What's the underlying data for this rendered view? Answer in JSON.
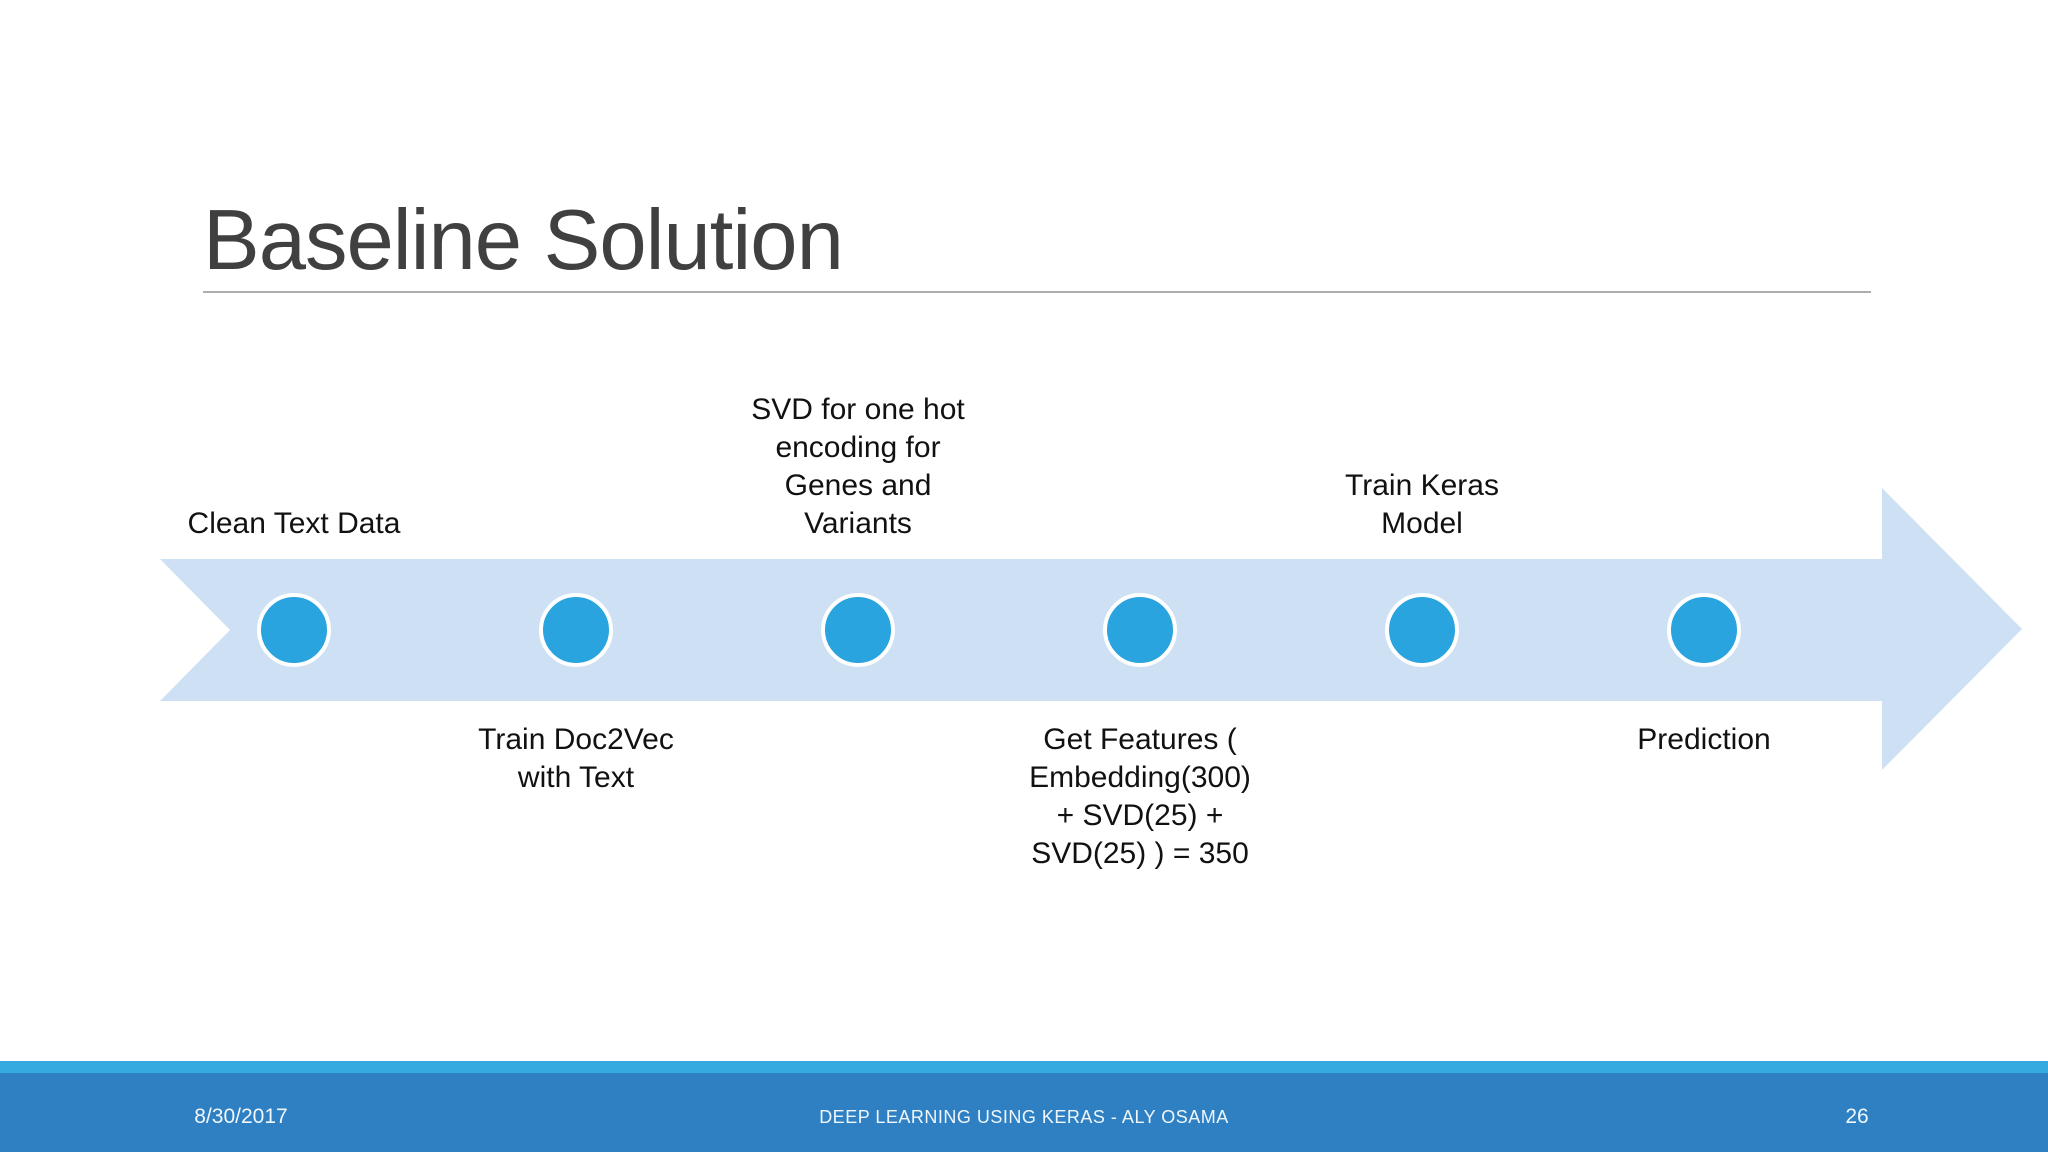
{
  "title": "Baseline Solution",
  "steps": [
    {
      "label": "Clean Text Data",
      "position": "above"
    },
    {
      "label": "Train Doc2Vec\nwith Text",
      "position": "below"
    },
    {
      "label": "SVD for one hot\nencoding for\nGenes and\nVariants",
      "position": "above"
    },
    {
      "label": "Get Features (\nEmbedding(300)\n+ SVD(25) +\nSVD(25) ) = 350",
      "position": "below"
    },
    {
      "label": "Train Keras\nModel",
      "position": "above"
    },
    {
      "label": "Prediction",
      "position": "below"
    }
  ],
  "footer": {
    "date": "8/30/2017",
    "center": "DEEP LEARNING USING KERAS - ALY OSAMA",
    "page": "26"
  },
  "theme": {
    "title_color": "#404040",
    "rule": "#adadad",
    "text": "#111111",
    "band": "#cee0f3",
    "marker": "#29a4df",
    "marker_ring": "#ffffff",
    "footer_strip": "#34aae1",
    "footer_bar": "#2e80c3",
    "footer_text": "#eff6fc"
  }
}
